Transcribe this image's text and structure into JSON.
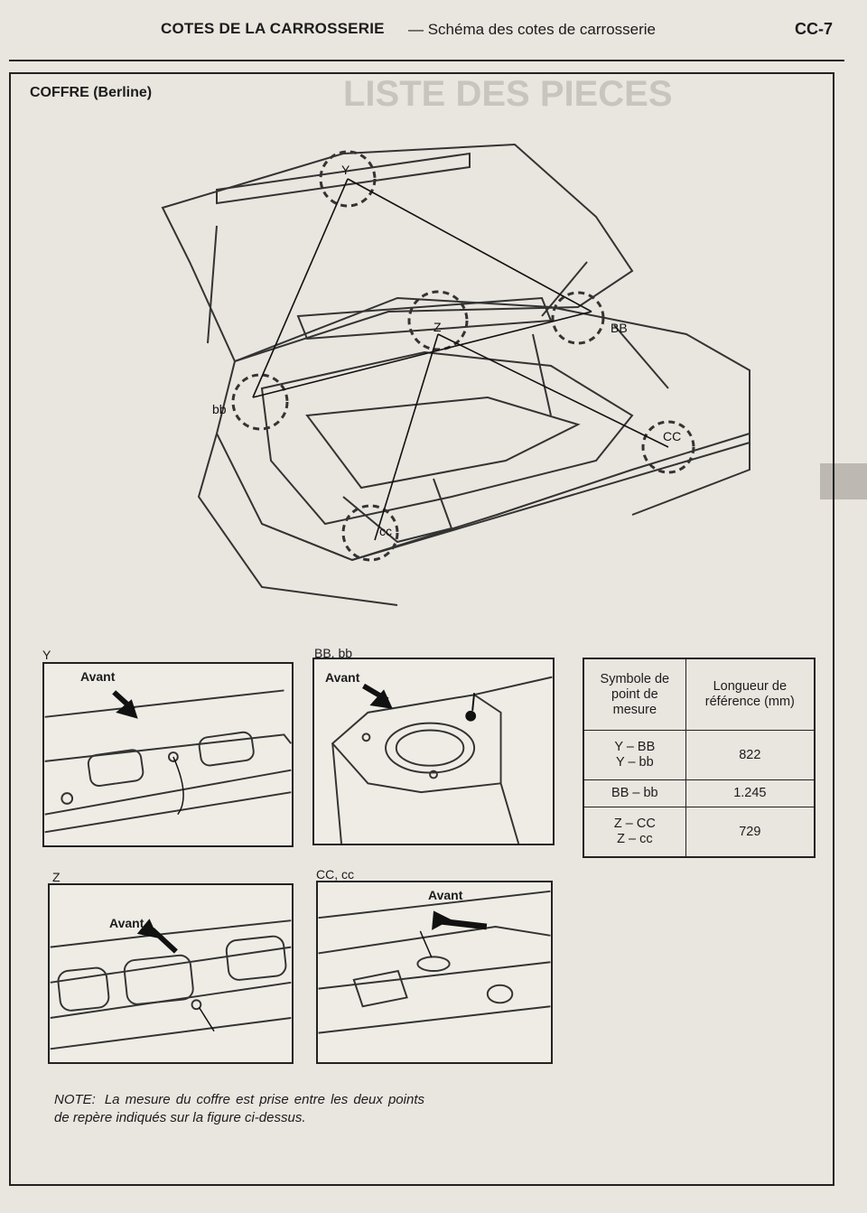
{
  "header": {
    "title": "COTES DE LA CARROSSERIE",
    "subtitle": "— Schéma des cotes de carrosserie",
    "page_code": "CC-7"
  },
  "section": {
    "title": "COFFRE (Berline)"
  },
  "figure": {
    "points": [
      "Y",
      "BB",
      "bb",
      "Z",
      "CC",
      "cc"
    ]
  },
  "details": [
    {
      "label": "Y",
      "direction": "Avant"
    },
    {
      "label": "BB, bb",
      "direction": "Avant"
    },
    {
      "label": "Z",
      "direction": "Avant"
    },
    {
      "label": "CC, cc",
      "direction": "Avant"
    }
  ],
  "table": {
    "headers": [
      "Symbole de\npoint de\nmesure",
      "Longueur de\nréférence (mm)"
    ],
    "rows": [
      {
        "symbol": "Y – BB\nY – bb",
        "length": "822"
      },
      {
        "symbol": "BB – bb",
        "length": "1.245"
      },
      {
        "symbol": "Z – CC\nZ – cc",
        "length": "729"
      }
    ]
  },
  "note": {
    "label": "NOTE:",
    "text": "La mesure du coffre est prise entre les deux points de repère indiqués sur la figure ci-dessus."
  },
  "bleed_through": {
    "title": "LISTE DES PIECES"
  },
  "colors": {
    "paper": "#e9e5df",
    "ink": "#1c1c1c"
  }
}
